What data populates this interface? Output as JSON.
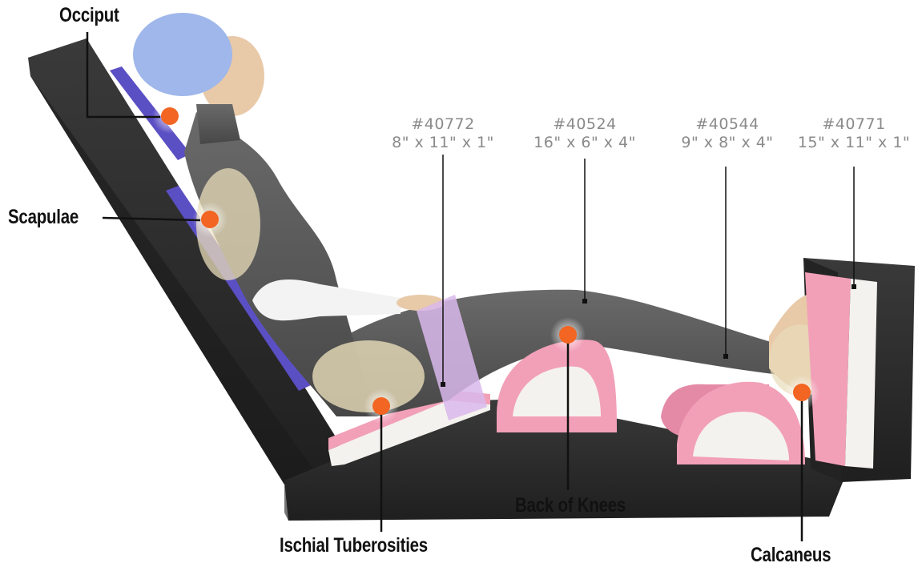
{
  "pressure_points": [
    {
      "id": "occiput",
      "label": "Occiput"
    },
    {
      "id": "scapulae",
      "label": "Scapulae"
    },
    {
      "id": "ischial",
      "label": "Ischial Tuberosities"
    },
    {
      "id": "knees",
      "label": "Back of Knees"
    },
    {
      "id": "calcaneus",
      "label": "Calcaneus"
    }
  ],
  "products": [
    {
      "part_number": "#40772",
      "size": "8\" x 11\" x 1\""
    },
    {
      "part_number": "#40524",
      "size": "16\" x 6\" x 4\""
    },
    {
      "part_number": "#40544",
      "size": "9\" x 8\" x 4\""
    },
    {
      "part_number": "#40771",
      "size": "15\" x 11\" x 1\""
    }
  ],
  "colors": {
    "pressure_marker": "#f26522",
    "head_pad": "#5b4fc4",
    "positioner_pink": "#f2a0b8",
    "positioner_core": "#f4f2ee",
    "strap": "#d9b8ec",
    "table": "#2b2b2b",
    "gown": "#5a5a5a",
    "label_text": "#111111",
    "callout_text": "#8a8a8a"
  }
}
